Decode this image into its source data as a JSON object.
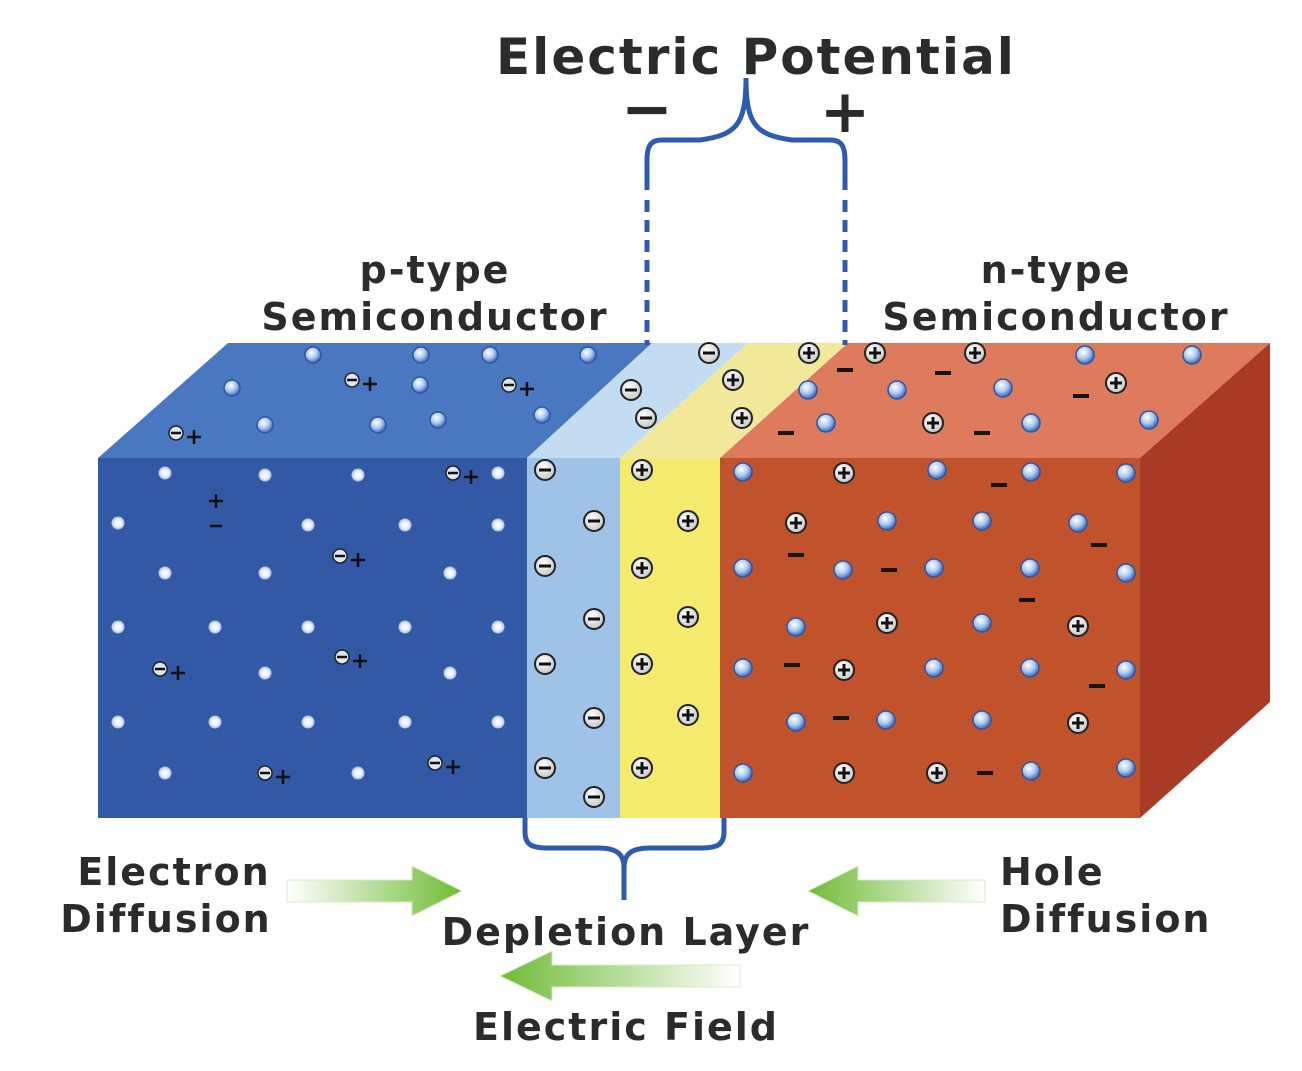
{
  "potential": {
    "title": "Electric Potential",
    "minus": "−",
    "plus": "+"
  },
  "p_type": {
    "line1": "p-type",
    "line2": "Semiconductor"
  },
  "n_type": {
    "line1": "n-type",
    "line2": "Semiconductor"
  },
  "electron_diffusion": {
    "line1": "Electron",
    "line2": "Diffusion"
  },
  "hole_diffusion": {
    "line1": "Hole",
    "line2": "Diffusion"
  },
  "depletion_layer": "Depletion Layer",
  "electric_field": "Electric Field",
  "colors": {
    "p_front": "#3358a6",
    "p_top": "#4a78c0",
    "depl_p_front": "#9ec3e6",
    "depl_n_front": "#f3ea6e",
    "n_front": "#c0532c",
    "n_top": "#de7b5c",
    "n_side": "#a83a26",
    "bracket": "#2e5bb0",
    "arrow": "#7cc23e"
  }
}
